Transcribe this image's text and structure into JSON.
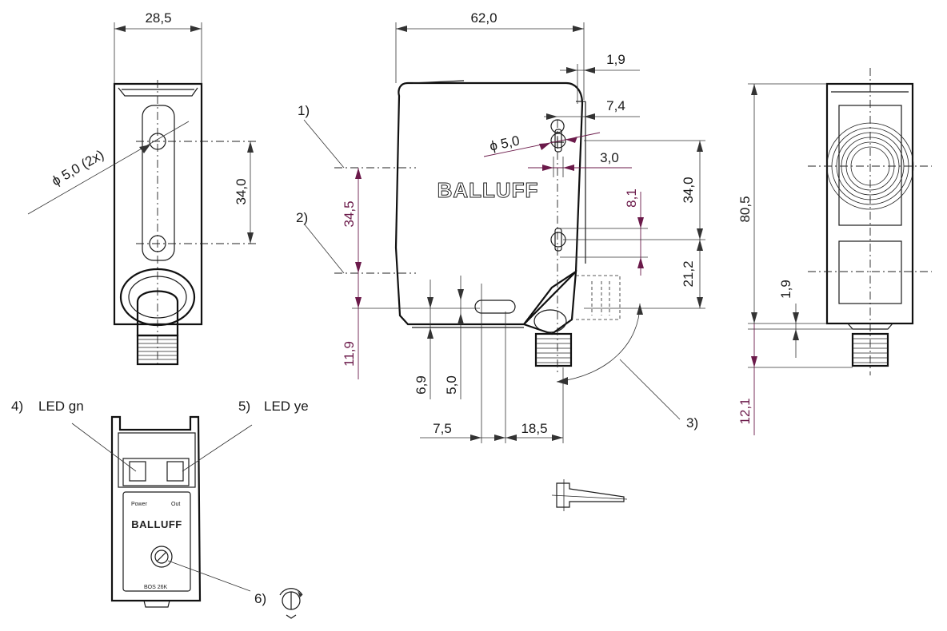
{
  "dimensions": {
    "width_side": "28,5",
    "length_top": "62,0",
    "offset_1_9_top": "1,9",
    "offset_7_4": "7,4",
    "hole_dia_front": "ϕ 5,0",
    "offset_3_0": "3,0",
    "hole_dia_side": "ϕ 5,0 (2x)",
    "hole_spacing_side": "34,0",
    "height_34_5": "34,5",
    "dim_8_1": "8,1",
    "dim_34_0_front": "34,0",
    "dim_21_2": "21,2",
    "dim_11_9": "11,9",
    "dim_6_9": "6,9",
    "dim_5_0": "5,0",
    "dim_7_5": "7,5",
    "dim_18_5": "18,5",
    "height_80_5": "80,5",
    "dim_1_9_right": "1,9",
    "dim_12_1": "12,1"
  },
  "callouts": {
    "c1": "1)",
    "c2": "2)",
    "c3": "3)",
    "c4": "4)",
    "c5": "5)",
    "c6": "6)",
    "led_gn": "LED gn",
    "led_ye": "LED ye"
  },
  "labels": {
    "brand_front": "BALLUFF",
    "brand_back": "BALLUFF",
    "power": "Power",
    "out": "Out",
    "model": "BOS 26K"
  }
}
